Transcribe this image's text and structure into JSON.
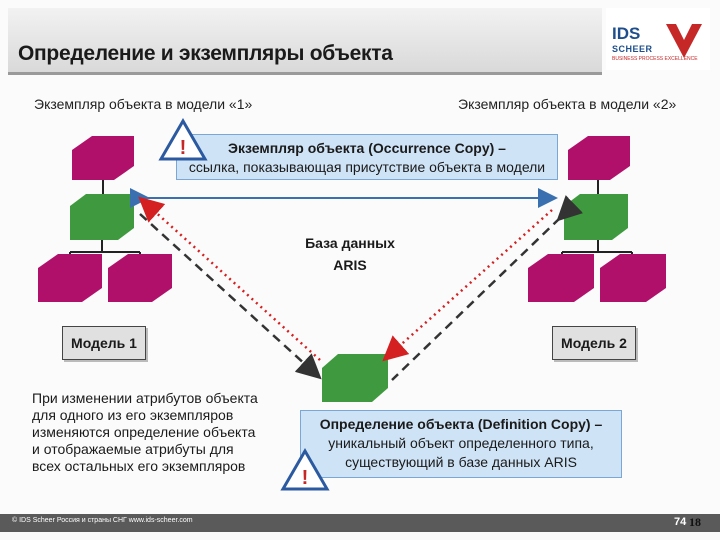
{
  "header": {
    "title": "Определение и экземпляры объекта",
    "logo_top": "IDS",
    "logo_bottom": "SCHEER",
    "logo_tagline": "BUSINESS PROCESS EXCELLENCE"
  },
  "labels": {
    "occurrence_left": "Экземпляр объекта в модели «1»",
    "occurrence_right": "Экземпляр объекта в модели «2»"
  },
  "occurrence_callout": {
    "line1": "Экземпляр объекта (Occurrence Copy) –",
    "line2": "ссылка, показывающая присутствие объекта в модели"
  },
  "database": {
    "line1": "База данных",
    "line2": "ARIS"
  },
  "models": {
    "left": "Модель 1",
    "right": "Модель 2"
  },
  "definition_callout": {
    "line1": "Определение объекта (Definition Copy) –",
    "line2": "уникальный объект определенного типа,",
    "line3": "существующий в базе данных ARIS"
  },
  "note": {
    "line1": "При изменении атрибутов объекта",
    "line2": "для одного из его экземпляров",
    "line3": "изменяются определение объекта",
    "line4": "и отображаемые атрибуты для",
    "line5": "всех остальных его экземпляров"
  },
  "warning_symbol": "!",
  "footer": {
    "left": "© IDS Scheer Россия и страны СНГ    www.ids-scheer.com",
    "page": "74",
    "page_overlay": "18"
  },
  "colors": {
    "magenta": "#b0106a",
    "green": "#3f9a3f",
    "callout_fill": "#cfe3f6",
    "red_dotted": "#d42020",
    "blue_arrow": "#3a6fb0"
  }
}
